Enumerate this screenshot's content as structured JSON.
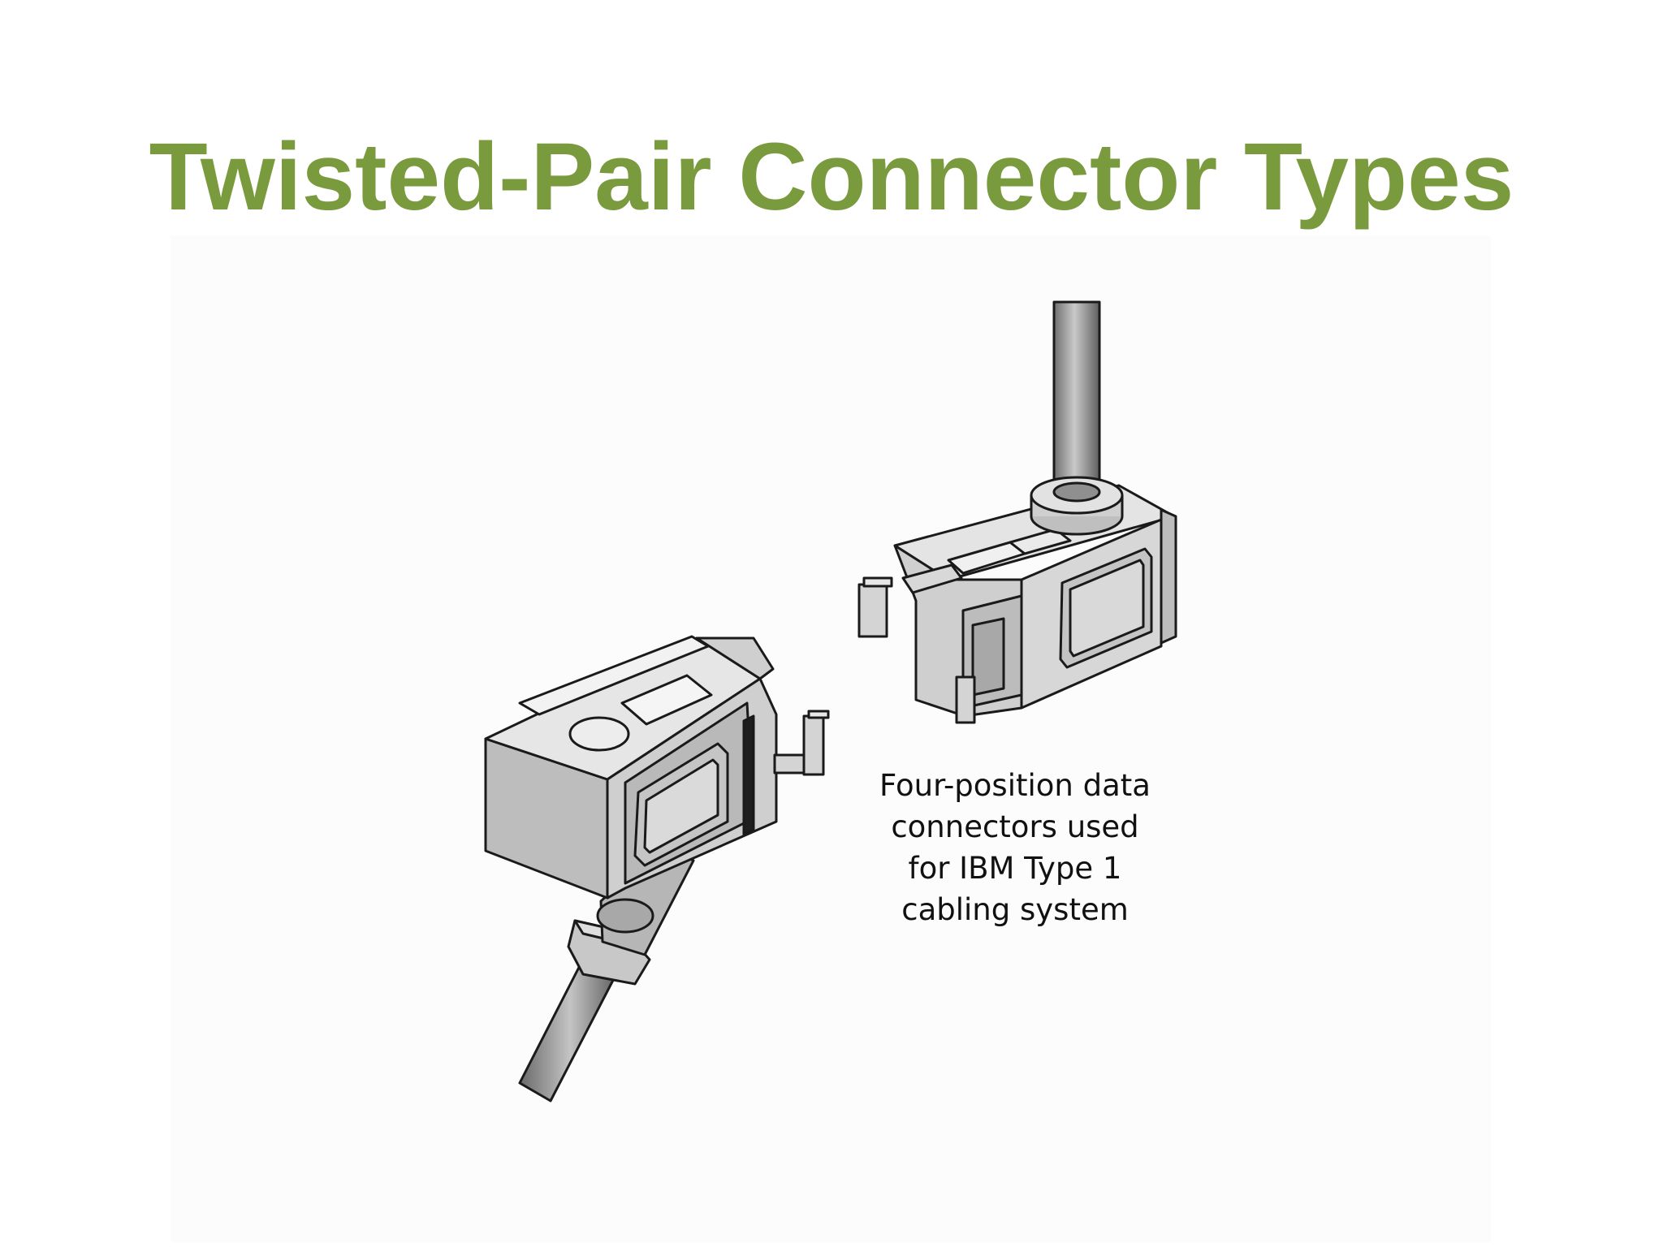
{
  "slide": {
    "title": "Twisted-Pair Connector Types",
    "title_color": "#7a9a3e"
  },
  "figure": {
    "caption_lines": [
      "Four-position data",
      "connectors used",
      "for IBM Type 1",
      "cabling system"
    ]
  }
}
